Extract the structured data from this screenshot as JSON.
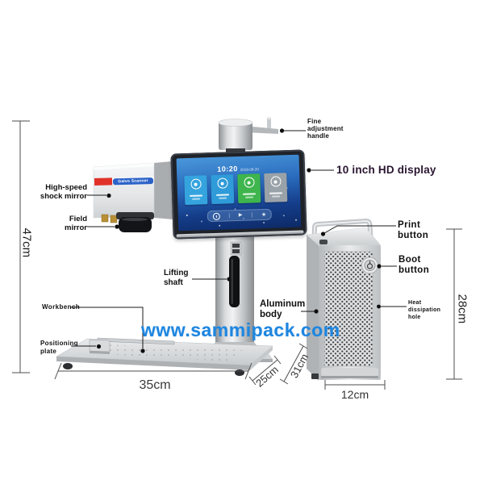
{
  "page": {
    "background": "#ffffff"
  },
  "watermark": {
    "text": "www.sammipack.com",
    "color": "#1e86e0"
  },
  "machine": {
    "scanner_label": "Galvo Scanner",
    "screen": {
      "time": "10:20",
      "date": "2018-08-20",
      "tiles": [
        {
          "name": "tile-1",
          "color": "#35a4de",
          "icon": "gear-icon"
        },
        {
          "name": "tile-2",
          "color": "#2f9bd8",
          "icon": "edit-icon"
        },
        {
          "name": "tile-3",
          "color": "#3eb54d",
          "icon": "key-icon"
        },
        {
          "name": "tile-4",
          "color": "#9aa2a9",
          "icon": "settings-icon"
        }
      ],
      "dock_icons": [
        "power-icon",
        "play-icon",
        "star-icon"
      ]
    }
  },
  "labels": {
    "high_speed_shock_mirror": "High-speed\nshock mirror",
    "field_mirror": "Field\nmirror",
    "lifting_shaft": "Lifting\nshaft",
    "workbench": "Workbench",
    "positioning_plate": "Positioning\nplate",
    "fine_adjustment_handle": "Fine\nadjustment\nhandle",
    "hd_display": "10 inch HD display",
    "print_button": "Print\nbutton",
    "boot_button": "Boot\nbutton",
    "heat_dissipation_hole": "Heat\ndissipation\nhole",
    "aluminum_body": "Aluminum\nbody"
  },
  "dimensions": {
    "height": "47cm",
    "base_width": "35cm",
    "base_depth": "25cm",
    "box_depth": "31cm",
    "box_width": "12cm",
    "box_height": "28cm"
  }
}
